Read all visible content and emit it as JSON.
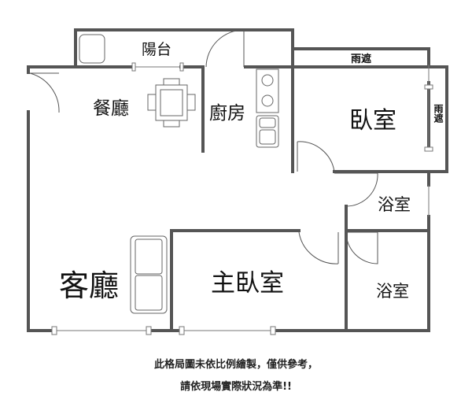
{
  "rooms": {
    "balcony": "陽台",
    "rain_cover_top": "雨遮",
    "rain_cover_side": "雨遮",
    "dining": "餐廳",
    "kitchen": "廚房",
    "bedroom": "臥室",
    "bathroom1": "浴室",
    "living": "客廳",
    "master_bedroom": "主臥室",
    "bathroom2": "浴室"
  },
  "notes": {
    "line1": "此格局圖未依比例繪製，僅供參考，",
    "line2": "請依現場實際狀況為準!!"
  },
  "colors": {
    "wall": "#555555",
    "line": "#777777"
  }
}
